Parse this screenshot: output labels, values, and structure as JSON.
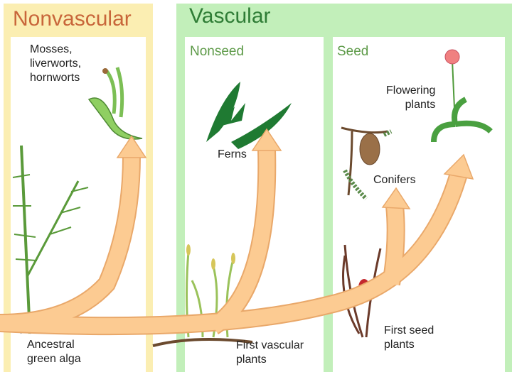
{
  "groups": {
    "nonvascular": {
      "title": "Nonvascular",
      "label": "Mosses,\nliverworts,\nhornworts"
    },
    "vascular": {
      "title": "Vascular",
      "nonseed": {
        "title": "Nonseed",
        "label": "Ferns"
      },
      "seed": {
        "title": "Seed",
        "conifers": "Conifers",
        "flowering": "Flowering\nplants"
      }
    }
  },
  "origins": {
    "alga": "Ancestral\ngreen alga",
    "first_vascular": "First vascular\nplants",
    "first_seed": "First seed\nplants"
  },
  "colors": {
    "nonvascular_bg": "#fbeeb2",
    "vascular_bg": "#c2efba",
    "arrow_fill": "#fccb92",
    "arrow_edge": "#e9a86a",
    "nonvascular_title": "#c8663a",
    "vascular_title": "#2f7d36"
  }
}
